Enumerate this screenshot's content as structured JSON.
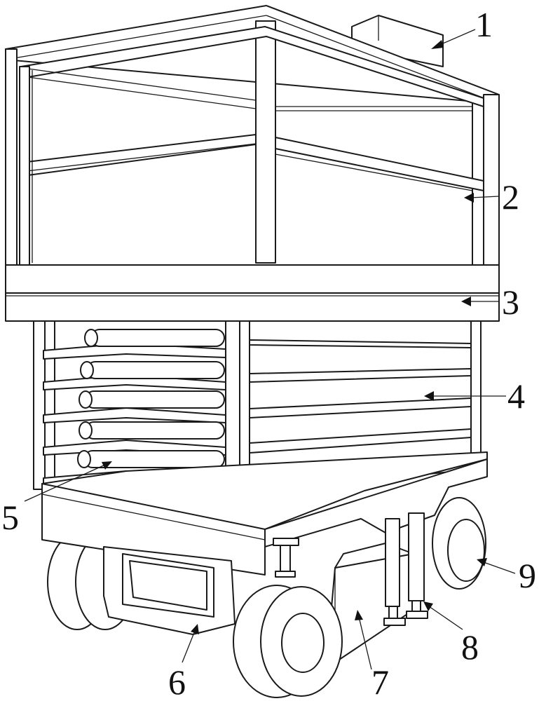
{
  "callouts": [
    {
      "id": "1",
      "label": "1"
    },
    {
      "id": "2",
      "label": "2"
    },
    {
      "id": "3",
      "label": "3"
    },
    {
      "id": "4",
      "label": "4"
    },
    {
      "id": "5",
      "label": "5"
    },
    {
      "id": "6",
      "label": "6"
    },
    {
      "id": "7",
      "label": "7"
    },
    {
      "id": "8",
      "label": "8"
    },
    {
      "id": "9",
      "label": "9"
    }
  ],
  "colors": {
    "line": "#1a1a1a",
    "background": "#ffffff"
  }
}
